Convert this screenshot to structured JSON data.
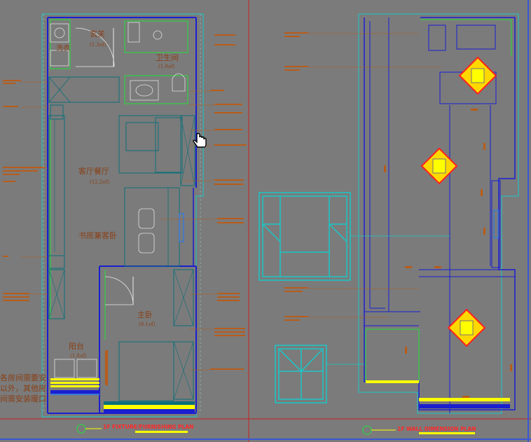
{
  "plan_left": {
    "rooms": {
      "entry": "玄关",
      "entry_area": "(1.3㎡)",
      "bath": "卫生间",
      "bath_area": "(1.9㎡)",
      "living": "客厅餐厅",
      "living_area": "(12.2㎡)",
      "study": "书房兼客卧",
      "master": "主卧",
      "master_area": "(8.1㎡)",
      "balcony": "阳台",
      "balcony_area": "(1.8㎡)",
      "laundry": "洗衣"
    },
    "note_lines": [
      "各房间需要安",
      "以外，其他房",
      "间需安装暖口"
    ],
    "title": "1F FIXTURE/FURNISHING PLAN"
  },
  "plan_right": {
    "title": "1F WALL DIMENSION PLAN"
  },
  "colors": {
    "background": "#7b7b7b",
    "wall_blue": "#1a1fd0",
    "line_cyan": "#19c8c8",
    "line_green": "#21e23a",
    "accent_red": "#ff2020",
    "title_yellow": "#ffff00",
    "label_orange": "#b85c1a",
    "furniture_teal": "#0c6f7a"
  }
}
